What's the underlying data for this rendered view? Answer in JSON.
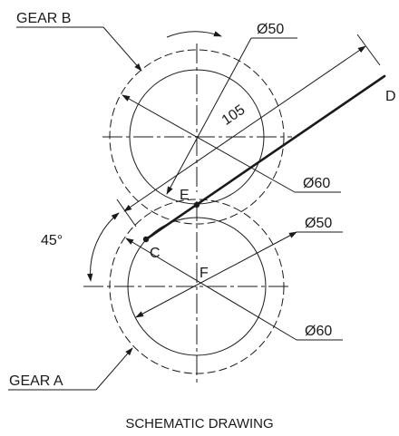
{
  "labels": {
    "gear_b": "GEAR B",
    "gear_a": "GEAR A",
    "caption": "SCHEMATIC DRAWING",
    "point_d": "D",
    "point_e": "E",
    "point_c": "C",
    "point_f": "F",
    "angle": "45°",
    "length": "105",
    "gear_b_inner_dia": "Ø50",
    "gear_b_outer_dia": "Ø60",
    "gear_a_inner_dia": "Ø50",
    "gear_a_outer_dia": "Ø60"
  },
  "colors": {
    "ink": "#1a1a1a",
    "background": "#ffffff"
  }
}
